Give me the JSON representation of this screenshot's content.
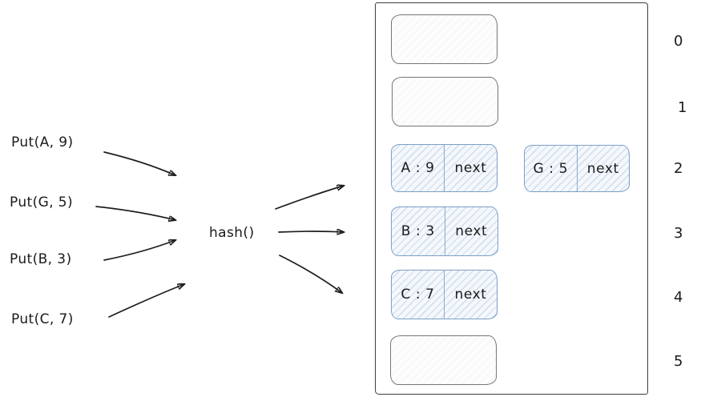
{
  "operations": [
    {
      "label": "Put(A, 9)"
    },
    {
      "label": "Put(G, 5)"
    },
    {
      "label": "Put(B, 3)"
    },
    {
      "label": "Put(C, 7)"
    }
  ],
  "hash_function": {
    "label": "hash()"
  },
  "table": {
    "buckets": [
      {
        "index": "0",
        "nodes": []
      },
      {
        "index": "1",
        "nodes": []
      },
      {
        "index": "2",
        "nodes": [
          {
            "entry": "A : 9",
            "pointer": "next"
          },
          {
            "entry": "G : 5",
            "pointer": "next"
          }
        ]
      },
      {
        "index": "3",
        "nodes": [
          {
            "entry": "B : 3",
            "pointer": "next"
          }
        ]
      },
      {
        "index": "4",
        "nodes": [
          {
            "entry": "C : 7",
            "pointer": "next"
          }
        ]
      },
      {
        "index": "5",
        "nodes": []
      }
    ]
  },
  "colors": {
    "node_border": "#7d9fc6",
    "node_fill": "#f4f8fc",
    "empty_slot_border": "#757575",
    "container_border": "#3f3f3f",
    "arrow": "#1e1e1e",
    "text": "#1b1b1b"
  }
}
